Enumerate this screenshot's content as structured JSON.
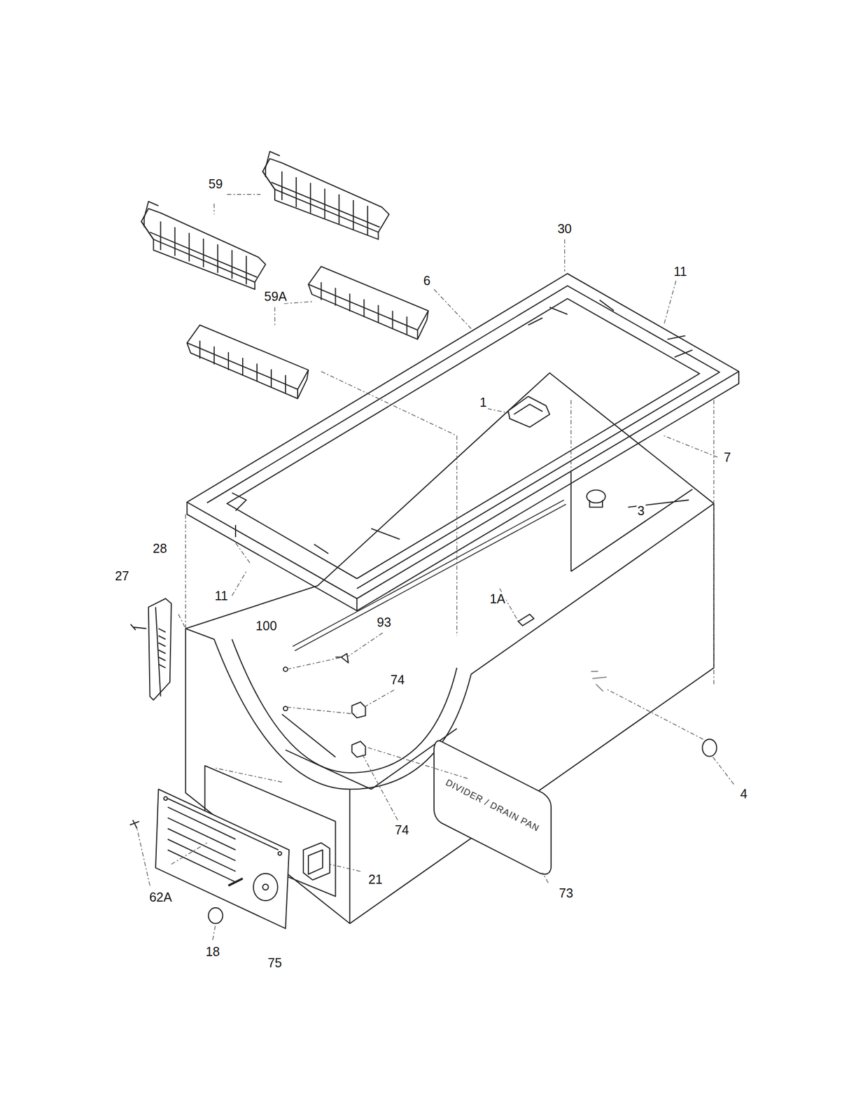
{
  "diagram": {
    "labels": [
      "59",
      "30",
      "11",
      "6",
      "59A",
      "1",
      "7",
      "3",
      "28",
      "27",
      "11",
      "1A",
      "100",
      "93",
      "74",
      "4",
      "74",
      "DIVIDER / DRAIN PAN",
      "21",
      "73",
      "62A",
      "18",
      "75"
    ]
  }
}
